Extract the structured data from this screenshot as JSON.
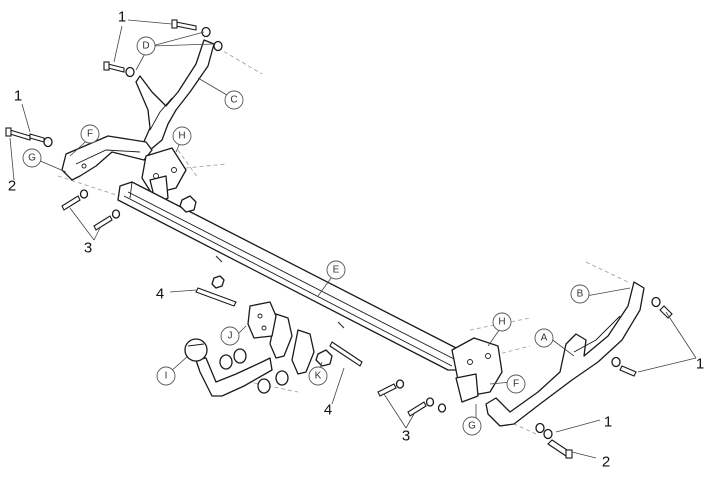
{
  "diagram": {
    "letter_labels": {
      "A": "A",
      "B": "B",
      "C": "C",
      "D": "D",
      "E": "E",
      "F": "F",
      "G": "G",
      "H": "H",
      "I": "I",
      "J": "J",
      "K": "K"
    },
    "number_labels": {
      "one": "1",
      "two": "2",
      "three": "3",
      "four": "4"
    }
  }
}
